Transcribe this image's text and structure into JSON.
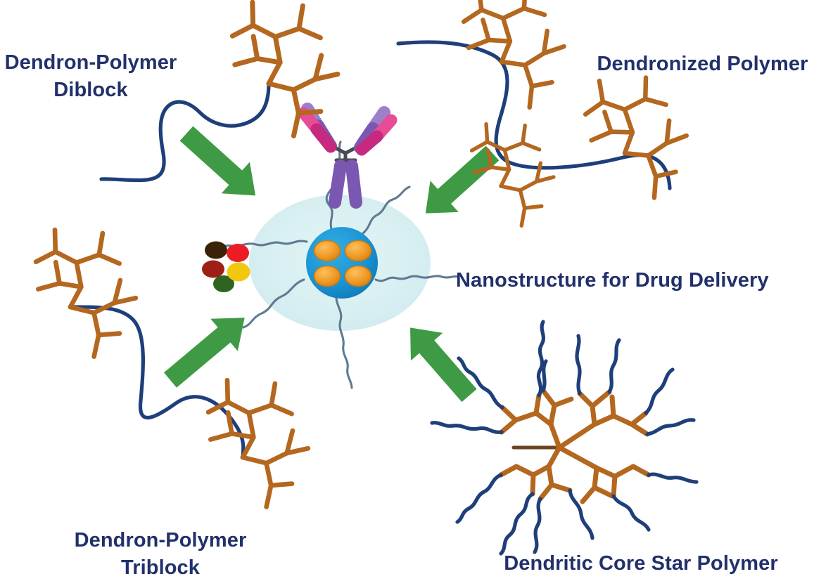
{
  "figure": {
    "title_alt": "Dendritic polymer architectures assembling into a nanostructure for drug delivery",
    "background_color": "#ffffff"
  },
  "labels": {
    "diblock": "Dendron-Polymer\nDiblock",
    "dendronized": "Dendronized Polymer",
    "nanostructure": "Nanostructure for Drug Delivery",
    "triblock": "Dendron-Polymer\nTriblock",
    "star": "Dendritic Core Star Polymer"
  },
  "colors": {
    "label_text": "#22306b",
    "polymer_chain": "#1f3f7a",
    "dendron_branch": "#b4671f",
    "arrow_green": "#3f9a45",
    "halo": "#d7eef0",
    "core_blue": "#1b95d4",
    "core_blue_dark": "#1378b5",
    "payload_orange": "#f09a27",
    "payload_orange_dark": "#d97e16",
    "corona_chain": "#5f7b92",
    "antibody_purple": "#7a57b0",
    "antibody_purple_light": "#9b82c6",
    "antibody_magenta": "#c62a7e",
    "antibody_pink": "#e84b97",
    "antibody_hinge": "#4a4a52"
  },
  "arrows": [
    {
      "name": "arrow-from-diblock",
      "from": "Dendron-Polymer Diblock",
      "direction": "down-right"
    },
    {
      "name": "arrow-from-dendronized",
      "from": "Dendronized Polymer",
      "direction": "down-left"
    },
    {
      "name": "arrow-from-triblock",
      "from": "Dendron-Polymer Triblock",
      "direction": "up-right"
    },
    {
      "name": "arrow-from-star",
      "from": "Dendritic Core Star Polymer",
      "direction": "up-left"
    }
  ],
  "nanostructure": {
    "payload_count": 4,
    "corona_chain_count": 6,
    "has_antibody": true,
    "free_drug_dot_colors": [
      "#3a2208",
      "#9e2014",
      "#2f6420",
      "#ec1c24",
      "#f2c80f"
    ]
  },
  "architectures": [
    {
      "name": "dendron-polymer-diblock",
      "dendron_count": 1,
      "chain_count": 1
    },
    {
      "name": "dendronized-polymer",
      "dendron_count": 3,
      "chain_count": 1
    },
    {
      "name": "dendron-polymer-triblock",
      "dendron_count": 2,
      "chain_count": 1
    },
    {
      "name": "dendritic-core-star-polymer",
      "dendron_count": 2,
      "chain_count": 14
    }
  ]
}
